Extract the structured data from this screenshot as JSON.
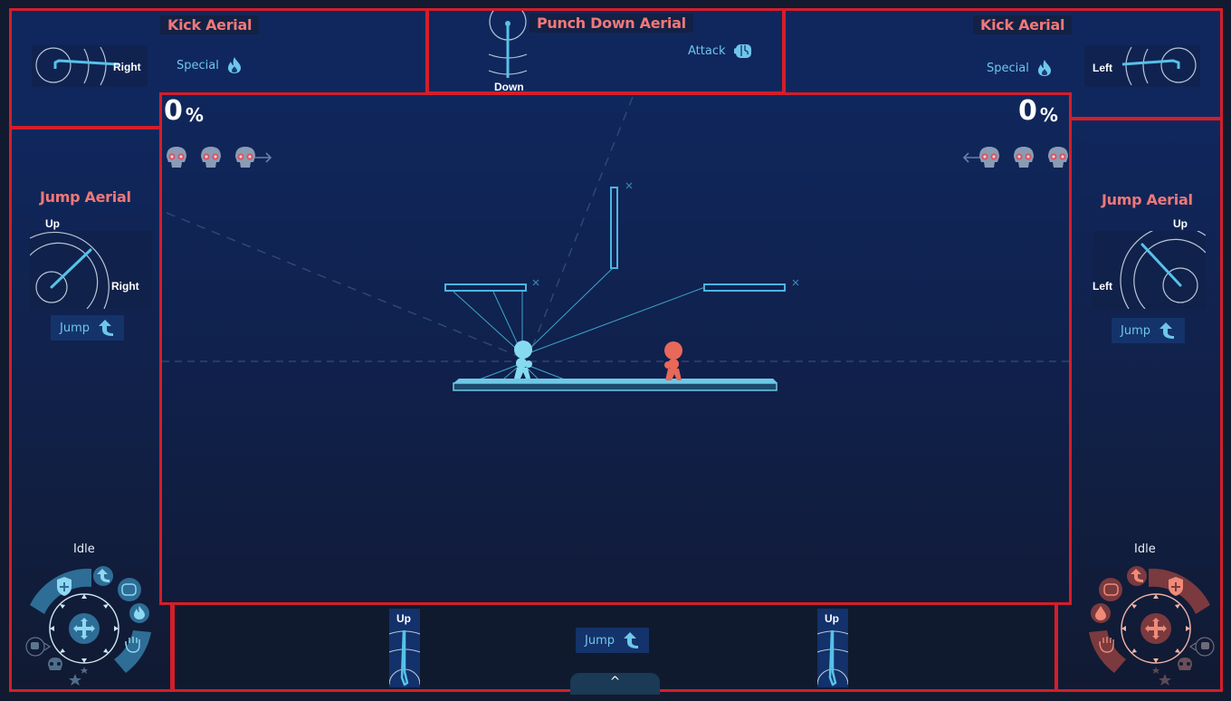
{
  "colors": {
    "panel_border": "#d41e2a",
    "title_red": "#f07878",
    "player1": "#7ed6ee",
    "player2": "#e86a5a",
    "accent_blue": "#6ec6ec"
  },
  "top_left_panel": {
    "title": "Kick Aerial",
    "direction_label": "Right",
    "action_label": "Special",
    "action_icon": "flame-icon"
  },
  "top_center_panel": {
    "title": "Punch Down Aerial",
    "direction_label": "Down",
    "action_label": "Attack",
    "action_icon": "fist-icon"
  },
  "top_right_panel": {
    "title": "Kick Aerial",
    "direction_label": "Left",
    "action_label": "Special",
    "action_icon": "flame-icon"
  },
  "left_panel": {
    "title": "Jump Aerial",
    "dial_label_up": "Up",
    "dial_label_side": "Right",
    "action_label": "Jump",
    "action_icon": "jump-arrow-icon",
    "state_label": "Idle"
  },
  "right_panel": {
    "title": "Jump Aerial",
    "dial_label_up": "Up",
    "dial_label_side": "Left",
    "action_label": "Jump",
    "action_icon": "jump-arrow-icon",
    "state_label": "Idle"
  },
  "bottom_panel": {
    "left_dial_label": "Up",
    "right_dial_label": "Up",
    "action_label": "Jump",
    "action_icon": "jump-arrow-icon",
    "expand_glyph": "^"
  },
  "stage": {
    "player1": {
      "damage": "0",
      "percent_sign": "%",
      "stocks": 3
    },
    "player2": {
      "damage": "0",
      "percent_sign": "%",
      "stocks": 3
    }
  }
}
